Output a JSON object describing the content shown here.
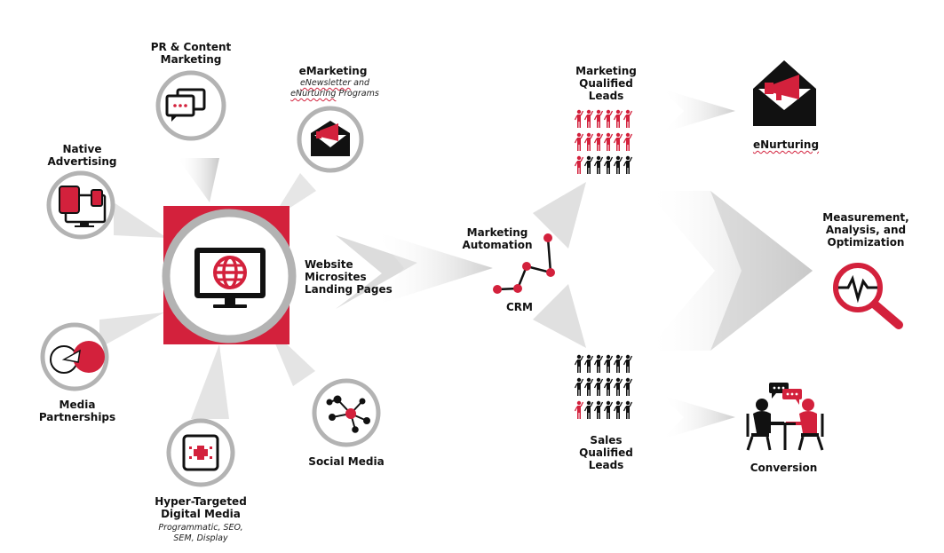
{
  "colors": {
    "accent": "#d3213c",
    "ring": "#b3b3b3",
    "ink": "#111111",
    "arrow": "#d6d6d6"
  },
  "sources": {
    "pr_content": {
      "label": "PR & Content\nMarketing",
      "icon": "chat-bubbles-icon"
    },
    "emarketing": {
      "label": "eMarketing",
      "sub_1": "eNewsletter",
      "sub_2": " and\n",
      "sub_3": "eNurturing",
      "sub_4": " Programs",
      "icon": "open-envelope-megaphone-icon"
    },
    "native_advertising": {
      "label": "Native\nAdvertising",
      "icon": "tablet-phone-monitor-icon"
    },
    "media_partnerships": {
      "label": "Media\nPartnerships",
      "icon": "pie-segment-icon"
    },
    "hyper_targeted": {
      "label": "Hyper-Targeted\nDigital Media",
      "sub": "Programmatic, SEO,\nSEM, Display",
      "icon": "target-crosshair-icon"
    },
    "social_media": {
      "label": "Social Media",
      "icon": "network-nodes-icon"
    }
  },
  "hub": {
    "label": "Website\nMicrosites\nLanding Pages",
    "icon": "monitor-globe-icon"
  },
  "automation": {
    "label": "Marketing\nAutomation",
    "crm_label": "CRM",
    "icon": "connected-nodes-icon"
  },
  "mql": {
    "label": "Marketing\nQualified\nLeads",
    "icon": "people-grid-icon"
  },
  "sql": {
    "label": "Sales\nQualified\nLeads",
    "icon": "people-grid-icon"
  },
  "enurturing": {
    "label": "eNurturing",
    "icon": "open-envelope-megaphone-icon"
  },
  "measurement": {
    "label": "Measurement,\nAnalysis, and\nOptimization",
    "icon": "magnifier-heartbeat-icon"
  },
  "conversion": {
    "label": "Conversion",
    "icon": "meeting-people-icon"
  }
}
